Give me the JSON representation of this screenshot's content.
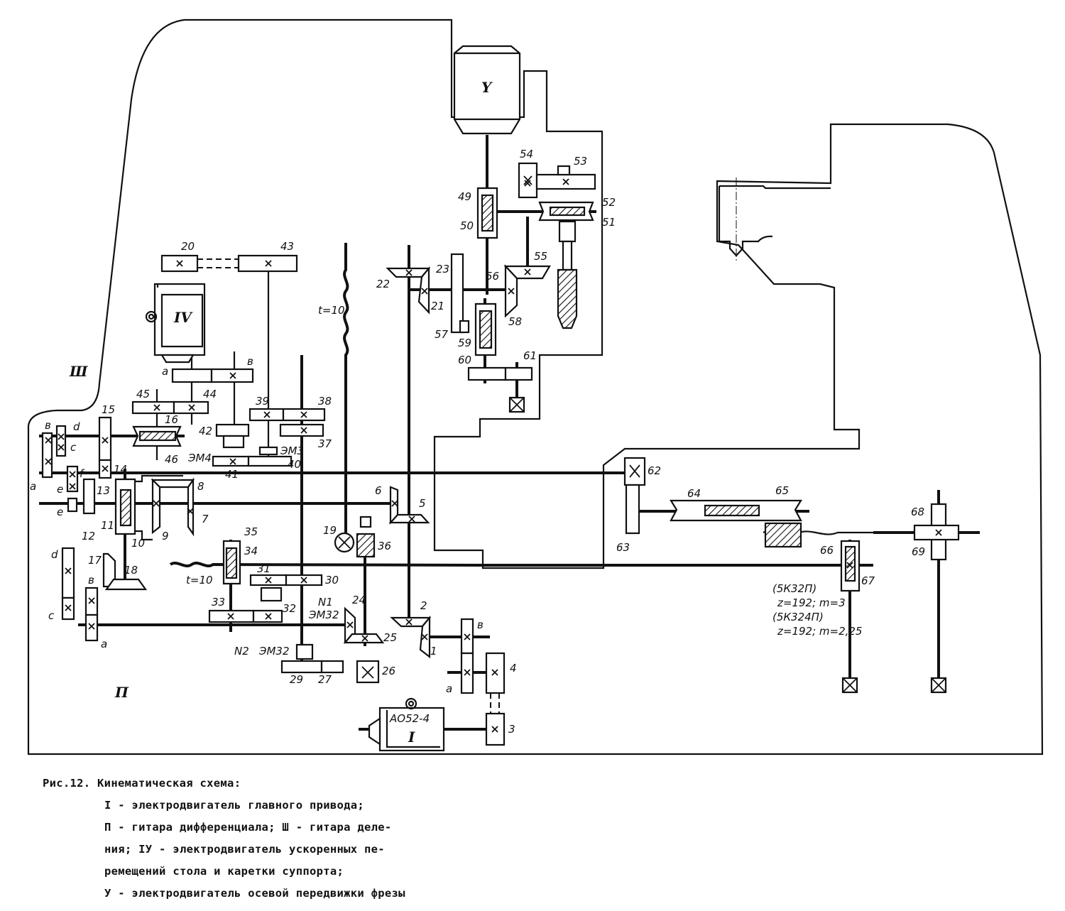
{
  "figure": {
    "caption_title": "Рис.12. Кинематическая схема:",
    "caption_lines": [
      "I - электродвигатель главного привода;",
      "П - гитара дифференциала; Ш - гитара деле-",
      "ния; ІУ - электродвигатель ускоренных пе-",
      "ремещений стола и каретки суппорта;",
      "У - электродвигатель осевой передвижки фрезы"
    ]
  },
  "motors": {
    "main": {
      "roman": "I",
      "model": "АО52-4"
    },
    "rapid": {
      "roman": "IV"
    },
    "axial": {
      "roman": "Y"
    }
  },
  "groups": {
    "differential_guitar": "П",
    "indexing_guitar": "Ш"
  },
  "pitch_labels": {
    "vertical_screw": "t=10",
    "horizontal_screw": "t=10"
  },
  "clutches": {
    "em4": "ЭМ4",
    "em3": "ЭМ3",
    "em32_upper": "ЭМ32",
    "em32_lower": "ЭМ32",
    "n1": "N1",
    "n2": "N2"
  },
  "table_notes": [
    "(5К32П)",
    "z=192; m=3",
    "(5К324П)",
    "z=192; m=2,25"
  ],
  "change_gears": {
    "a": "a",
    "b": "в",
    "c": "c",
    "d": "d",
    "e": "e",
    "f": "f"
  },
  "part_numbers": [
    "1",
    "2",
    "3",
    "4",
    "5",
    "6",
    "7",
    "8",
    "9",
    "10",
    "11",
    "12",
    "13",
    "14",
    "15",
    "16",
    "17",
    "18",
    "19",
    "20",
    "21",
    "22",
    "23",
    "24",
    "25",
    "26",
    "27",
    "29",
    "30",
    "31",
    "32",
    "33",
    "34",
    "35",
    "36",
    "37",
    "38",
    "39",
    "40",
    "41",
    "42",
    "43",
    "44",
    "45",
    "46",
    "49",
    "50",
    "51",
    "52",
    "53",
    "54",
    "55",
    "56",
    "57",
    "58",
    "59",
    "60",
    "61",
    "62",
    "63",
    "64",
    "65",
    "66",
    "67",
    "68",
    "69"
  ]
}
